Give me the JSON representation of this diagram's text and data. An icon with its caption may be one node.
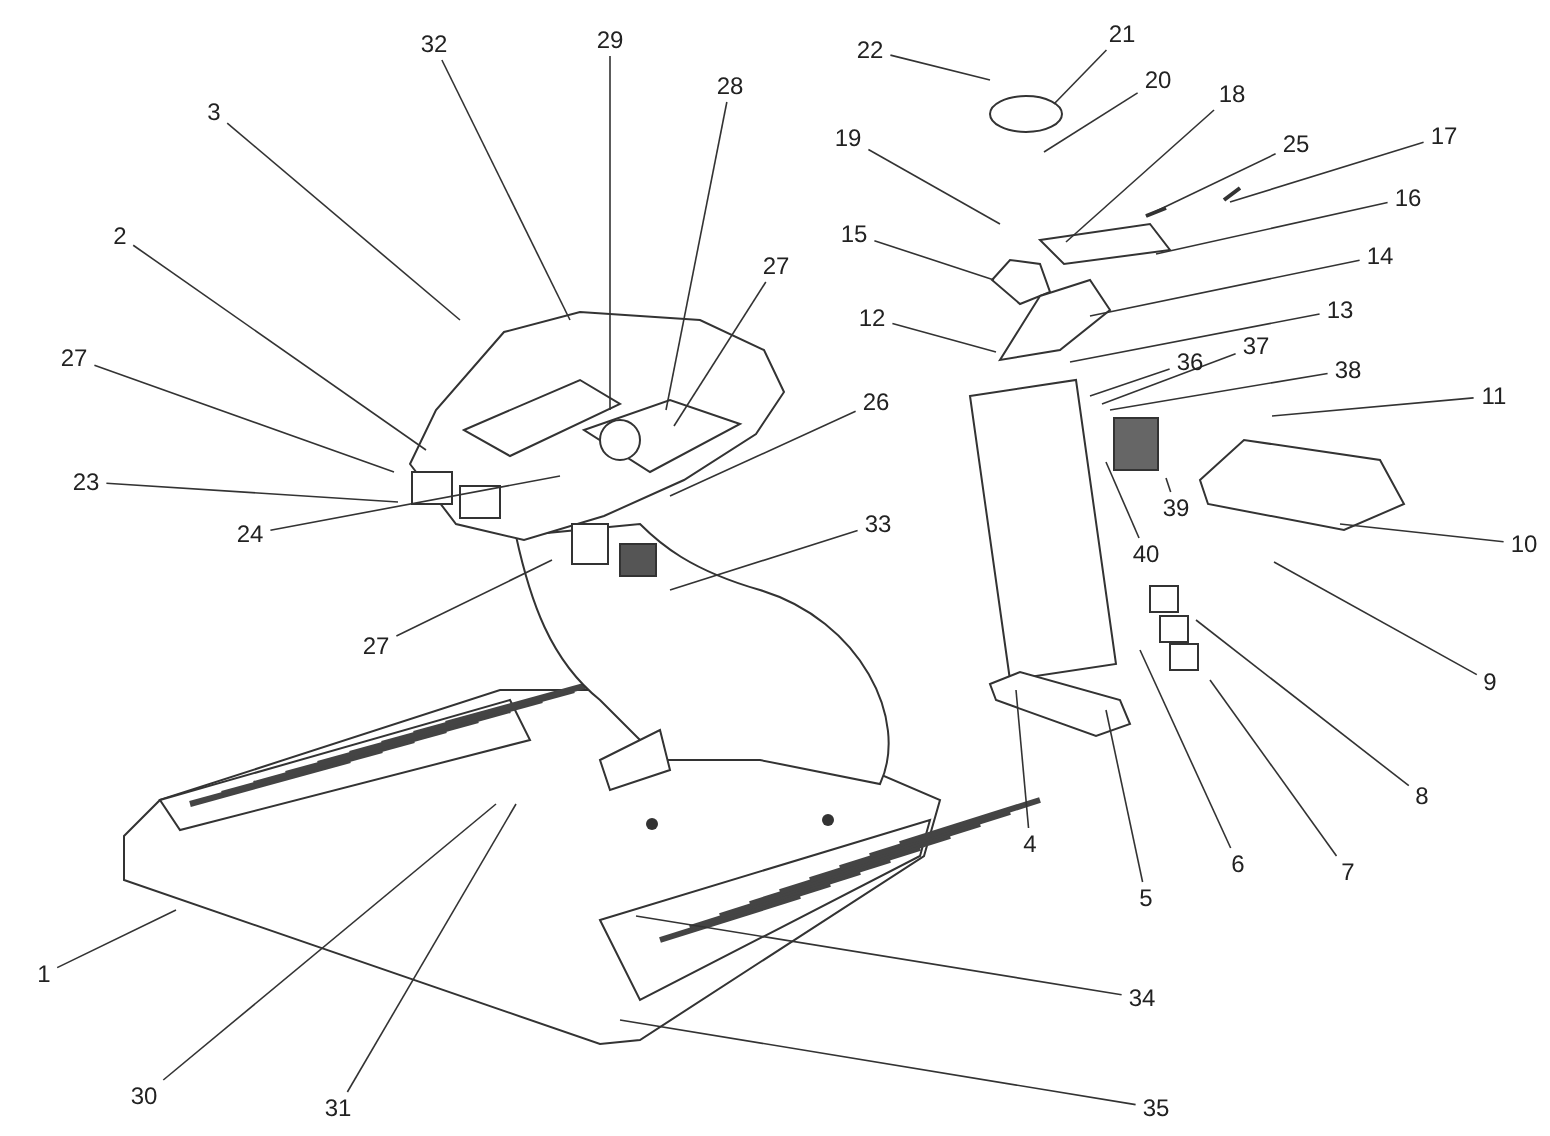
{
  "diagram": {
    "nodes": [
      {
        "text": [
          "1"
        ]
      },
      {
        "text": [
          "2"
        ]
      },
      {
        "text": [
          "3"
        ]
      },
      {
        "text": [
          "4"
        ]
      },
      {
        "text": [
          "5"
        ]
      },
      {
        "text": [
          "6"
        ]
      },
      {
        "text": [
          "7"
        ]
      },
      {
        "text": [
          "8"
        ]
      },
      {
        "text": [
          "9"
        ]
      },
      {
        "text": [
          "10"
        ]
      },
      {
        "text": [
          "11"
        ]
      },
      {
        "text": [
          "12"
        ]
      },
      {
        "text": [
          "13"
        ]
      },
      {
        "text": [
          "14"
        ]
      },
      {
        "text": [
          "15"
        ]
      },
      {
        "text": [
          "16"
        ]
      },
      {
        "text": [
          "17"
        ]
      },
      {
        "text": [
          "18"
        ]
      },
      {
        "text": [
          "19"
        ]
      },
      {
        "text": [
          "20"
        ]
      },
      {
        "text": [
          "21"
        ]
      },
      {
        "text": [
          "22"
        ]
      },
      {
        "text": [
          "23"
        ]
      },
      {
        "text": [
          "24"
        ]
      },
      {
        "text": [
          "25"
        ]
      },
      {
        "text": [
          "26"
        ]
      },
      {
        "text": [
          "27"
        ]
      },
      {
        "text": [
          "27"
        ]
      },
      {
        "text": [
          "27"
        ]
      },
      {
        "text": [
          "28"
        ]
      },
      {
        "text": [
          "29"
        ]
      },
      {
        "text": [
          "30"
        ]
      },
      {
        "text": [
          "31"
        ]
      },
      {
        "text": [
          "32"
        ]
      },
      {
        "text": [
          "33"
        ]
      },
      {
        "text": [
          "34"
        ]
      },
      {
        "text": [
          "35"
        ]
      },
      {
        "text": [
          "36"
        ]
      },
      {
        "text": [
          "37"
        ]
      },
      {
        "text": [
          "38"
        ]
      },
      {
        "text": [
          "39"
        ]
      },
      {
        "text": [
          "40"
        ]
      }
    ],
    "edges": [
      {
        "from": 0,
        "to": null,
        "arrow": "none"
      },
      {
        "from": 1,
        "to": null,
        "arrow": "none"
      },
      {
        "from": 2,
        "to": null,
        "arrow": "none"
      },
      {
        "from": 3,
        "to": null,
        "arrow": "none"
      },
      {
        "from": 4,
        "to": null,
        "arrow": "none"
      },
      {
        "from": 5,
        "to": null,
        "arrow": "none"
      },
      {
        "from": 6,
        "to": null,
        "arrow": "none"
      },
      {
        "from": 7,
        "to": null,
        "arrow": "none"
      },
      {
        "from": 8,
        "to": null,
        "arrow": "none"
      },
      {
        "from": 9,
        "to": null,
        "arrow": "none"
      },
      {
        "from": 10,
        "to": null,
        "arrow": "none"
      },
      {
        "from": 11,
        "to": null,
        "arrow": "none"
      },
      {
        "from": 12,
        "to": null,
        "arrow": "none"
      },
      {
        "from": 13,
        "to": null,
        "arrow": "none"
      },
      {
        "from": 14,
        "to": null,
        "arrow": "none"
      },
      {
        "from": 15,
        "to": null,
        "arrow": "none"
      },
      {
        "from": 16,
        "to": null,
        "arrow": "none"
      },
      {
        "from": 17,
        "to": null,
        "arrow": "none"
      },
      {
        "from": 18,
        "to": null,
        "arrow": "none"
      },
      {
        "from": 19,
        "to": null,
        "arrow": "none"
      },
      {
        "from": 20,
        "to": null,
        "arrow": "none"
      },
      {
        "from": 21,
        "to": null,
        "arrow": "none"
      },
      {
        "from": 22,
        "to": null,
        "arrow": "none"
      },
      {
        "from": 23,
        "to": null,
        "arrow": "none"
      },
      {
        "from": 24,
        "to": null,
        "arrow": "none"
      },
      {
        "from": 25,
        "to": null,
        "arrow": "none"
      },
      {
        "from": 26,
        "to": null,
        "arrow": "none"
      },
      {
        "from": 27,
        "to": null,
        "arrow": "none"
      },
      {
        "from": 28,
        "to": null,
        "arrow": "none"
      },
      {
        "from": 29,
        "to": null,
        "arrow": "none"
      },
      {
        "from": 30,
        "to": null,
        "arrow": "none"
      },
      {
        "from": 31,
        "to": null,
        "arrow": "none"
      },
      {
        "from": 32,
        "to": null,
        "arrow": "none"
      },
      {
        "from": 33,
        "to": null,
        "arrow": "none"
      },
      {
        "from": 34,
        "to": null,
        "arrow": "none"
      },
      {
        "from": 35,
        "to": null,
        "arrow": "none"
      },
      {
        "from": 36,
        "to": null,
        "arrow": "none"
      },
      {
        "from": 37,
        "to": null,
        "arrow": "none"
      },
      {
        "from": 38,
        "to": null,
        "arrow": "none"
      },
      {
        "from": 39,
        "to": null,
        "arrow": "none"
      },
      {
        "from": 40,
        "to": null,
        "arrow": "none"
      },
      {
        "from": 41,
        "to": null,
        "arrow": "none"
      }
    ]
  }
}
